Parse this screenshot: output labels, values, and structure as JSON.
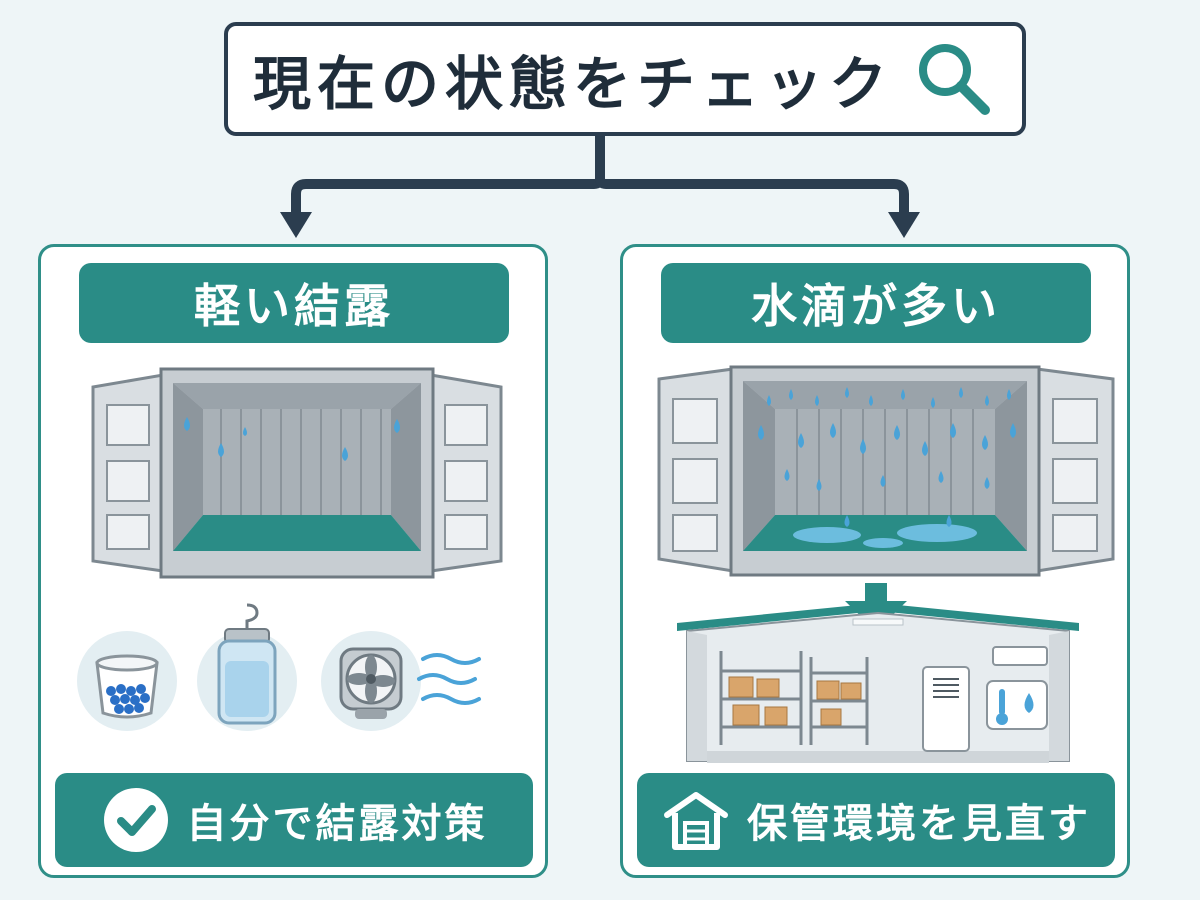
{
  "title": {
    "text": "現在の状態をチェック",
    "icon": "magnifier-icon"
  },
  "colors": {
    "accent": "#2a8c86",
    "dark": "#2b3d4f",
    "water": "#4aa3d8",
    "floor": "#2f8f88"
  },
  "branches": [
    {
      "header": "軽い結露",
      "illustration": "container-light-condensation",
      "items": [
        "desiccant-cup-icon",
        "hanging-dehumidifier-icon",
        "electric-fan-icon"
      ],
      "action": {
        "icon": "check-circle-icon",
        "label": "自分で結露対策"
      }
    },
    {
      "header": "水滴が多い",
      "illustration": "container-heavy-condensation",
      "next": "storage-warehouse",
      "action": {
        "icon": "warehouse-icon",
        "label": "保管環境を見直す"
      }
    }
  ]
}
